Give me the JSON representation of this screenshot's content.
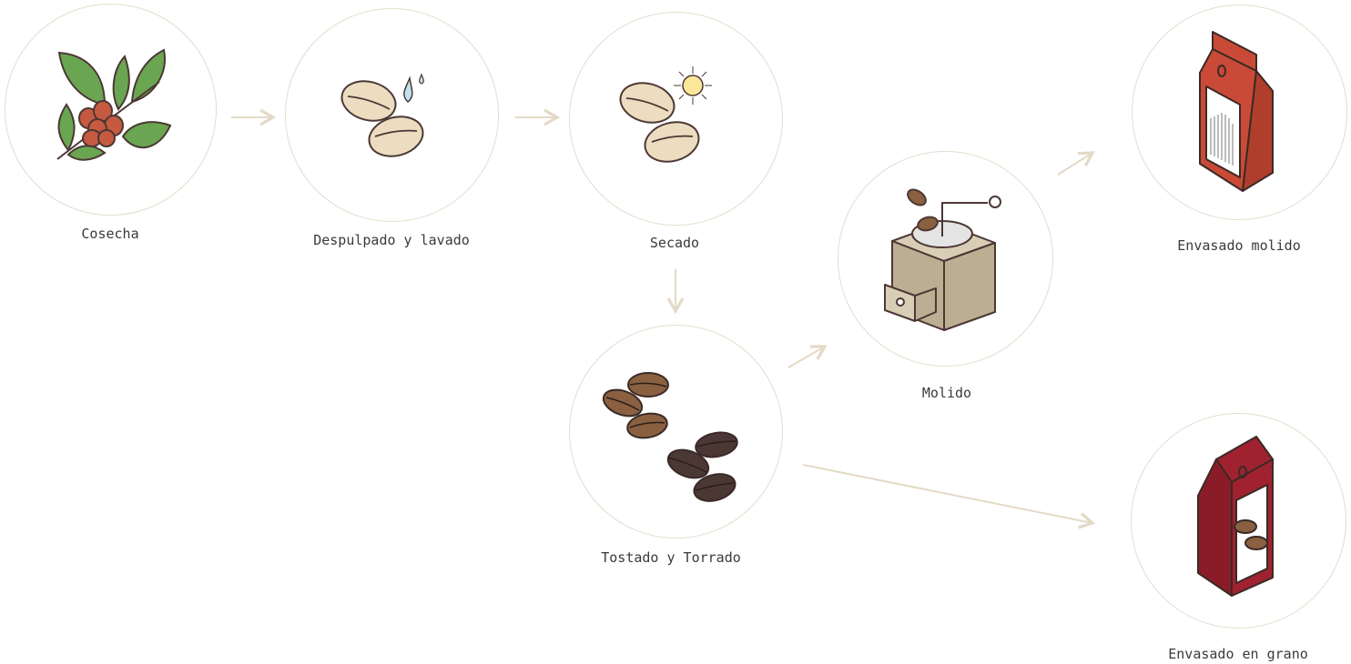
{
  "steps": [
    {
      "id": "cosecha",
      "label": "Cosecha",
      "icon": "coffee-branch-icon"
    },
    {
      "id": "despulpado",
      "label": "Despulpado y lavado",
      "icon": "washed-beans-icon"
    },
    {
      "id": "secado",
      "label": "Secado",
      "icon": "sun-drying-beans-icon"
    },
    {
      "id": "tostado",
      "label": "Tostado y Torrado",
      "icon": "roasted-beans-icon"
    },
    {
      "id": "molido",
      "label": "Molido",
      "icon": "coffee-grinder-icon"
    },
    {
      "id": "envasado_molido",
      "label": "Envasado molido",
      "icon": "ground-coffee-bag-icon"
    },
    {
      "id": "envasado_grano",
      "label": "Envasado en grano",
      "icon": "bean-coffee-bag-icon"
    }
  ],
  "colors": {
    "circle": "#e3ddcc",
    "arrow": "#e3d9c6",
    "text": "#3a3a3a",
    "leaf": "#6aa652",
    "berry": "#c65a40",
    "bean_green": "#ecdcc0",
    "bean_light": "#8a6040",
    "bean_dark": "#4b3834",
    "bag_orange": "#c94a36",
    "bag_red": "#a02230"
  }
}
